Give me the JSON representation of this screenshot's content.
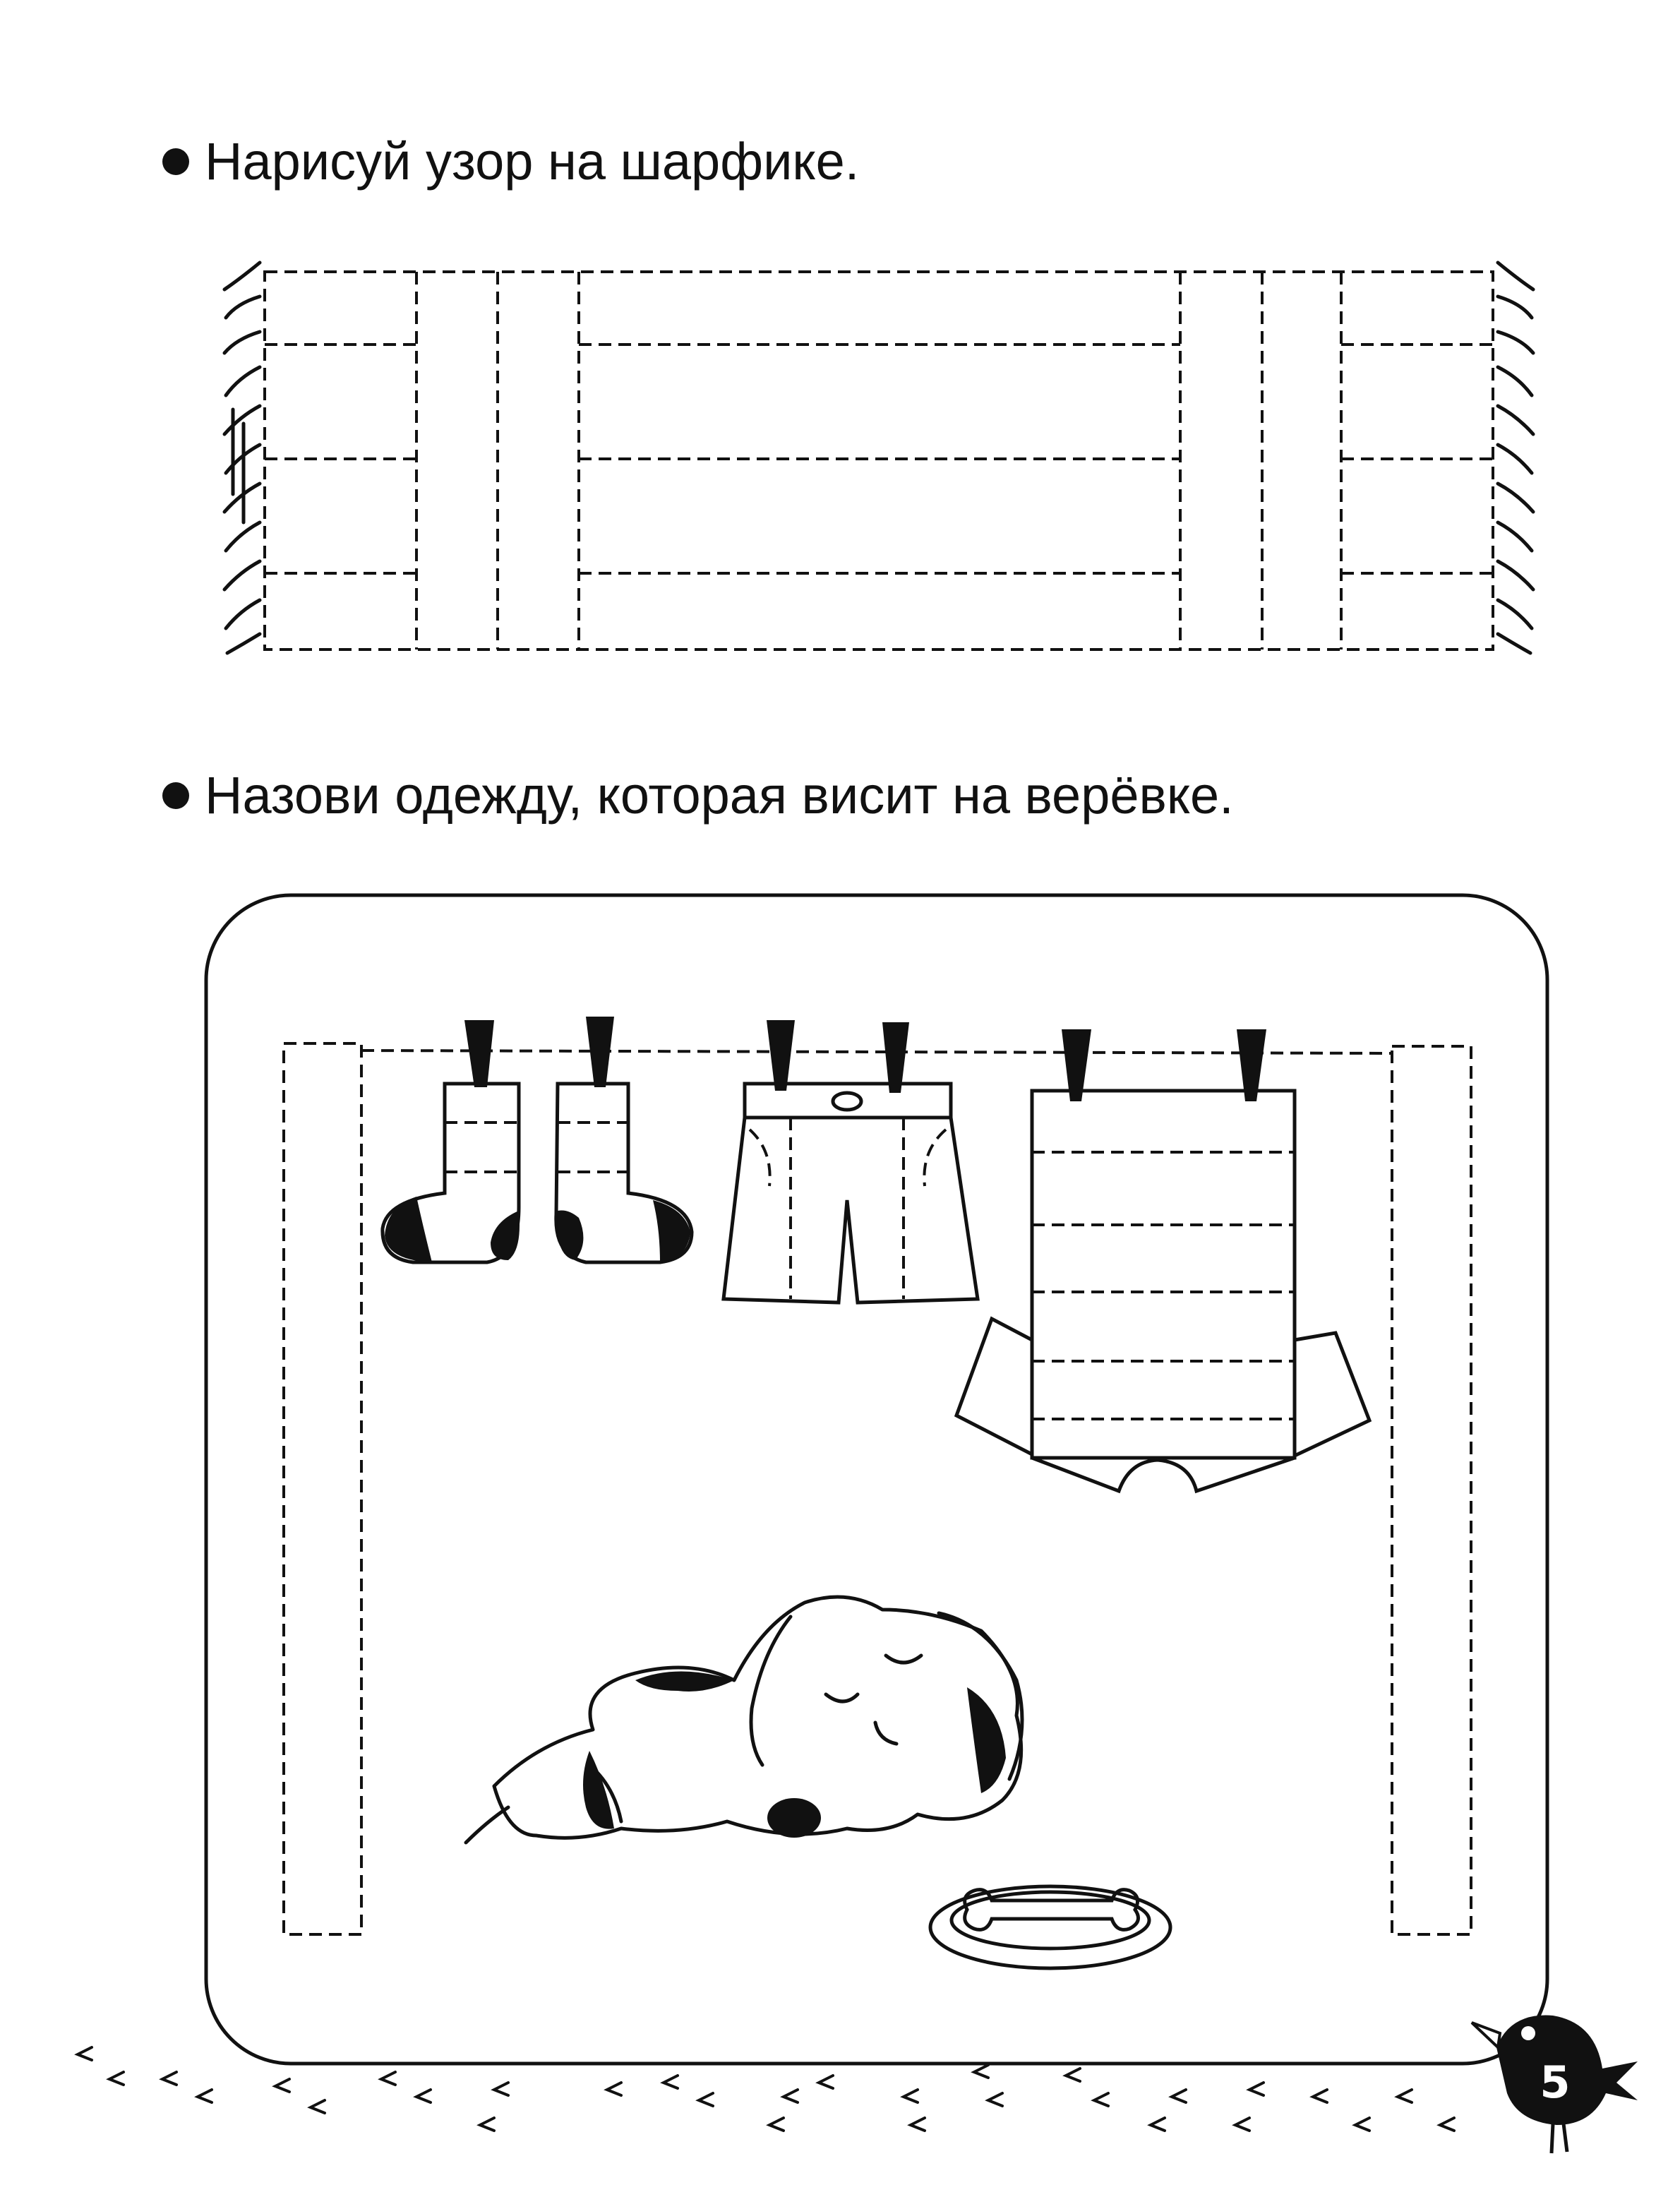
{
  "tasks": [
    {
      "text": "Нарисуй узор на шарфике."
    },
    {
      "text": "Назови одежду, которая висит на верёвке."
    }
  ],
  "page_number": "5",
  "colors": {
    "ink": "#111111",
    "paper": "#ffffff"
  },
  "illustrations": {
    "scarf": "scarf-outline",
    "laundry": [
      "socks",
      "shorts",
      "shirt"
    ],
    "dog": "sleeping-puppy",
    "bowl": "bone-in-bowl",
    "mascot": "bird-mascot"
  }
}
